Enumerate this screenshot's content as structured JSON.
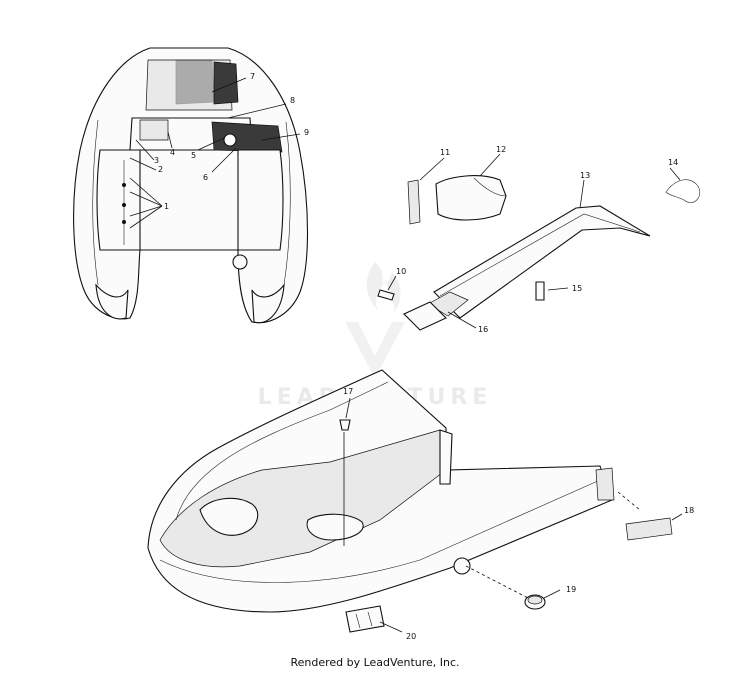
{
  "diagram": {
    "callouts": [
      "1",
      "2",
      "3",
      "4",
      "5",
      "6",
      "7",
      "8",
      "9",
      "10",
      "11",
      "12",
      "13",
      "14",
      "15",
      "16",
      "17",
      "18",
      "19",
      "20"
    ]
  },
  "watermark": {
    "text": "LEADVENTURE"
  },
  "footer": {
    "caption": "Rendered by LeadVenture, Inc."
  }
}
